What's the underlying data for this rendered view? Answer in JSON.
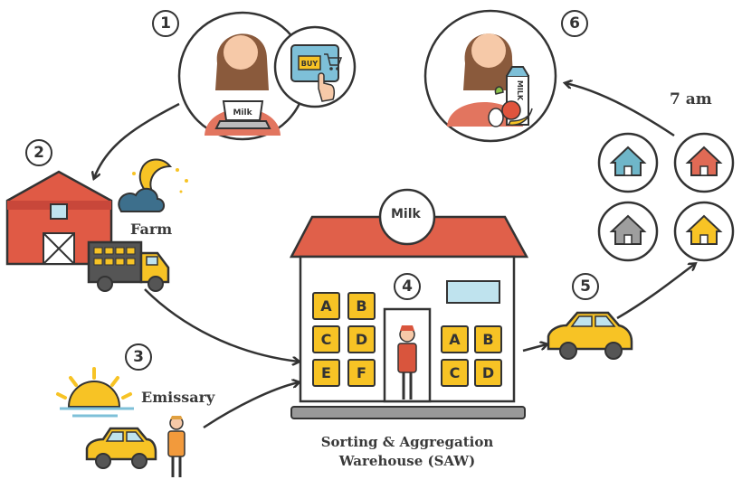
{
  "steps": [
    "1",
    "2",
    "3",
    "4",
    "5",
    "6"
  ],
  "labels": {
    "farm": "Farm",
    "emissary": "Emissary",
    "time": "7 am",
    "saw_line1": "Sorting & Aggregation",
    "saw_line2": "Warehouse (SAW)"
  },
  "brand": {
    "logo_text": "Milk",
    "buy_button": "BUY",
    "carton_text": "MILK"
  },
  "warehouse_boxes": {
    "left": [
      "A",
      "B",
      "C",
      "D",
      "E",
      "F"
    ],
    "right": [
      "A",
      "B",
      "C",
      "D"
    ]
  },
  "colors": {
    "outline": "#333333",
    "barn_red": "#e05a45",
    "roof": "#d9553d",
    "yellow": "#f7c325",
    "blue_house": "#6fb6c9",
    "red_house": "#e06a55",
    "gray_house": "#9e9e9e",
    "yellow_house": "#f7c325"
  },
  "icons": [
    "barn-icon",
    "moon-icon",
    "cloud-icon",
    "truck-icon",
    "sun-icon",
    "car-icon",
    "person-icon",
    "house-icon",
    "shopping-cart-icon",
    "laptop-icon",
    "milk-carton-icon"
  ]
}
